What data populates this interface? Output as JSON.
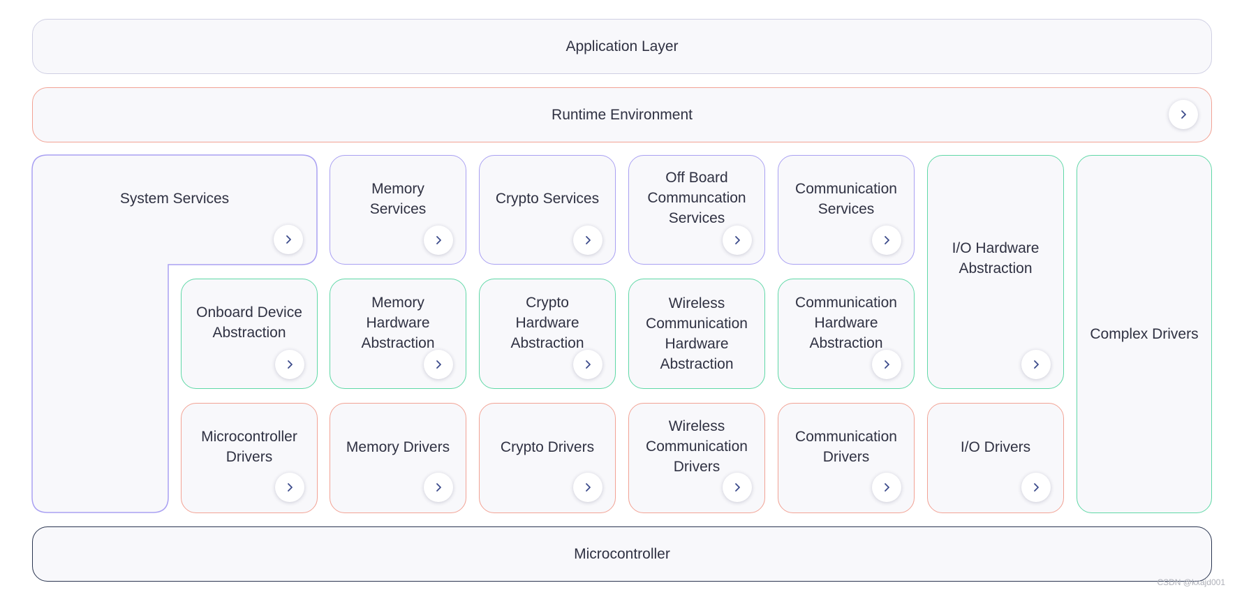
{
  "layers": {
    "application": "Application Layer",
    "runtime": "Runtime Environment",
    "microcontroller": "Microcontroller"
  },
  "services": {
    "system": "System Services",
    "memory": "Memory\nServices",
    "crypto": "Crypto Services",
    "offboard": "Off Board\nCommuncation\nServices",
    "communication": "Communication\nServices"
  },
  "hw_abstraction": {
    "onboard": "Onboard Device\nAbstraction",
    "memory": "Memory\nHardware\nAbstraction",
    "crypto": "Crypto\nHardware\nAbstraction",
    "wireless": "Wireless\nCommunication\nHardware\nAbstraction",
    "communication": "Communication\nHardware\nAbstraction",
    "io": "I/O Hardware\nAbstraction"
  },
  "drivers": {
    "microcontroller": "Microcontroller\nDrivers",
    "memory": "Memory Drivers",
    "crypto": "Crypto Drivers",
    "wireless": "Wireless\nCommunication\nDrivers",
    "communication": "Communication\nDrivers",
    "io": "I/O Drivers"
  },
  "complex_drivers": "Complex Drivers",
  "watermark": "CSDN @kxajd001",
  "colors": {
    "services_border": "#a9a0f2",
    "abstraction_border": "#5fd8a6",
    "drivers_border": "#f2a294",
    "runtime_border": "#f2a294",
    "microcontroller_border": "#2a3550",
    "arrow": "#3b4a8a"
  },
  "icons": {
    "expand": "chevron-right-icon"
  }
}
